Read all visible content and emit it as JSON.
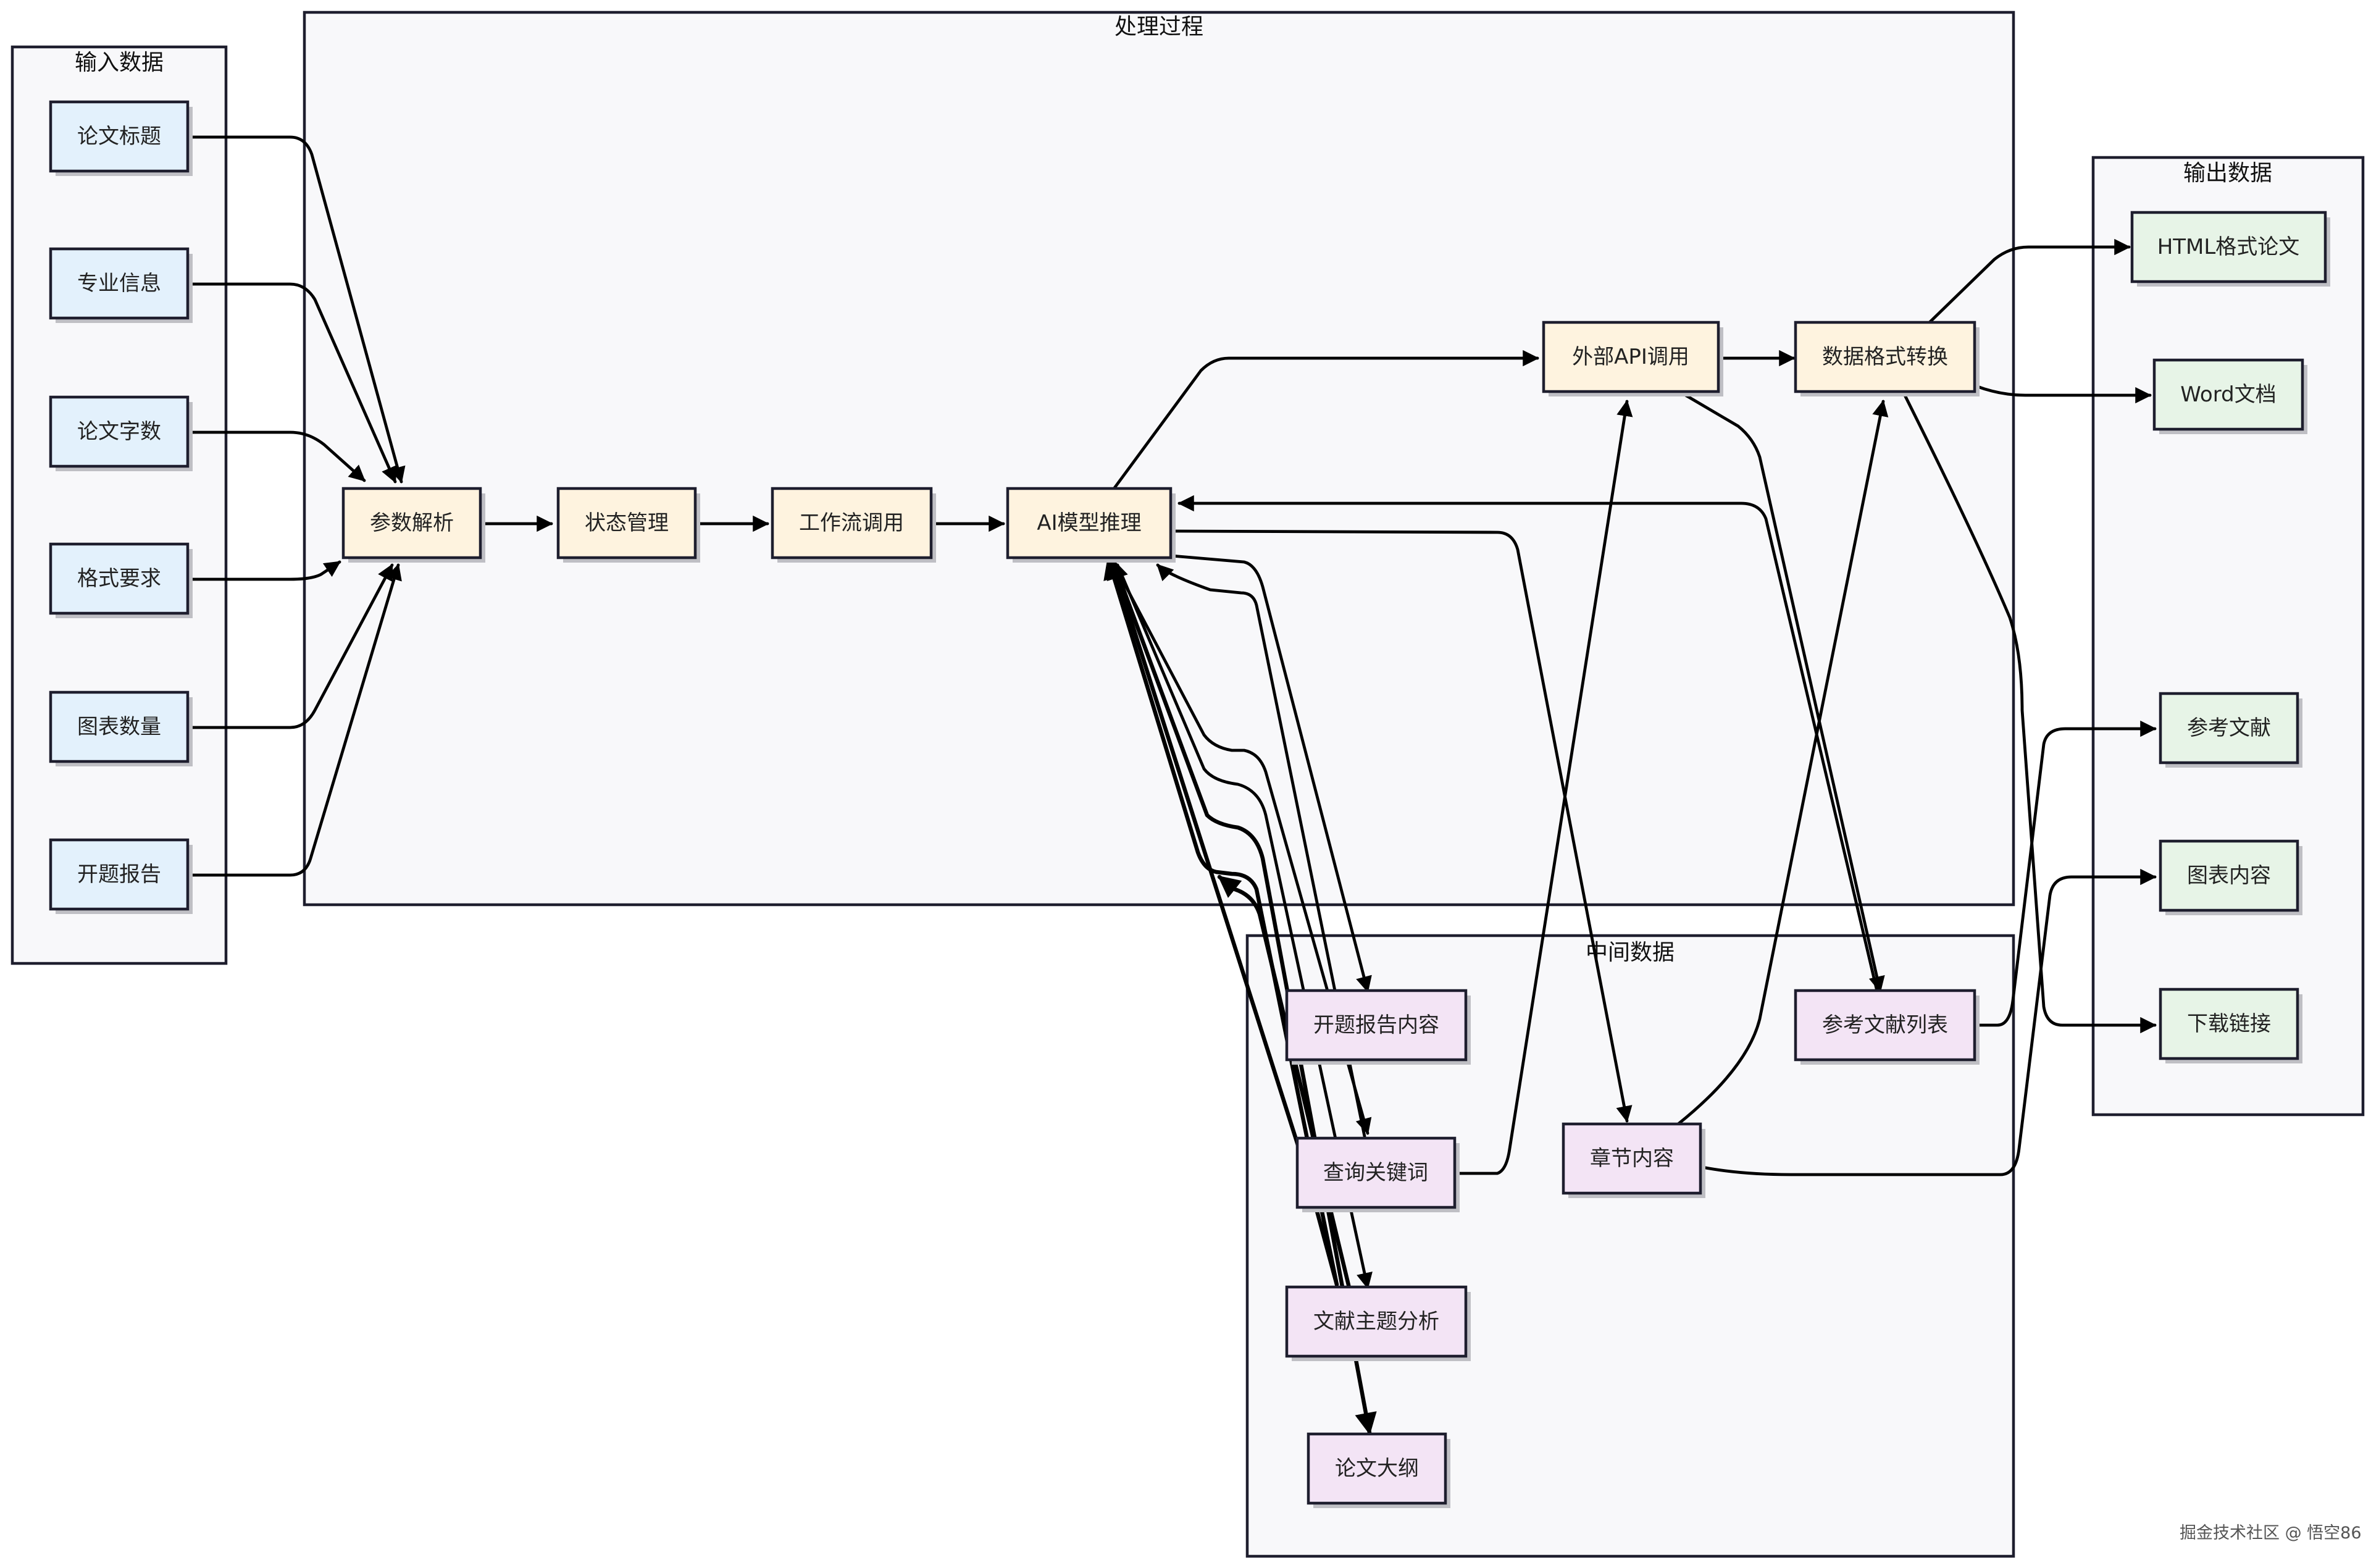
{
  "colors": {
    "input_fill": "#e3f1fc",
    "process_fill": "#fef3df",
    "intermediate_fill": "#f3e4f5",
    "output_fill": "#e7f4e7",
    "cluster_fill": "#f8f8fa",
    "stroke": "#1e1e2e"
  },
  "clusters": {
    "input": "输入数据",
    "process": "处理过程",
    "intermediate": "中间数据",
    "output": "输出数据"
  },
  "nodes": {
    "title": "论文标题",
    "major": "专业信息",
    "wordcount": "论文字数",
    "format": "格式要求",
    "charts": "图表数量",
    "proposal": "开题报告",
    "parse": "参数解析",
    "state": "状态管理",
    "workflow": "工作流调用",
    "ai": "AI模型推理",
    "api": "外部API调用",
    "convert": "数据格式转换",
    "proposal_content": "开题报告内容",
    "keywords": "查询关键词",
    "topic_analysis": "文献主题分析",
    "outline": "论文大纲",
    "chapter": "章节内容",
    "ref_list": "参考文献列表",
    "html_paper": "HTML格式论文",
    "word_doc": "Word文档",
    "references": "参考文献",
    "chart_content": "图表内容",
    "download": "下载链接"
  },
  "watermark": "掘金技术社区 @ 悟空86"
}
